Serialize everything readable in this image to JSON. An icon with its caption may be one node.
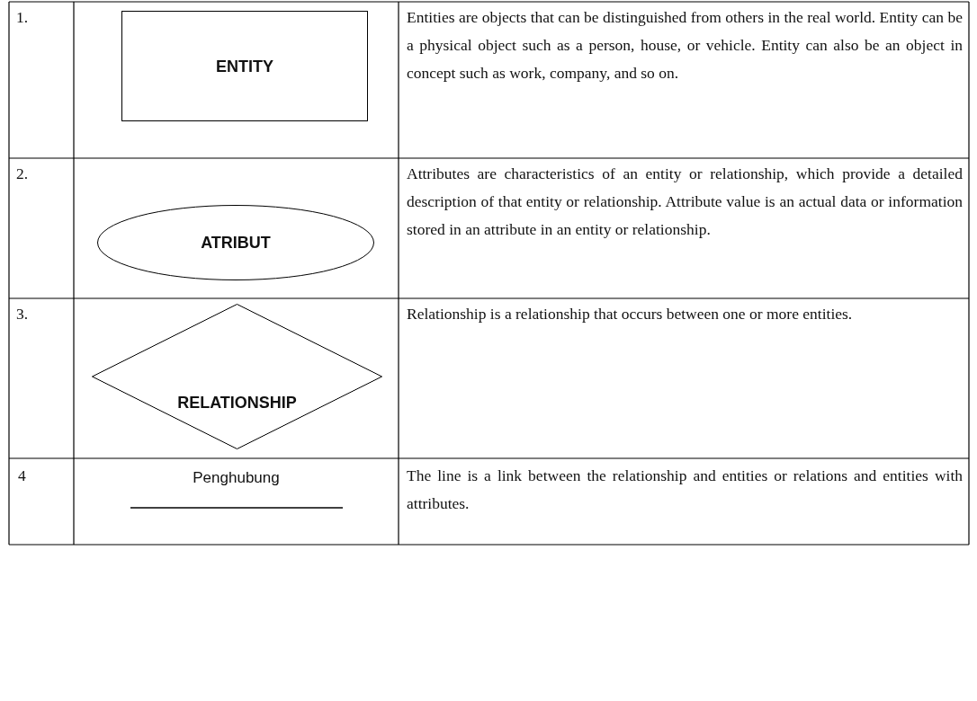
{
  "diagram": {
    "nodes": [
      {
        "text": [
          "ENTITY"
        ]
      },
      {
        "text": [
          "ATRIBUT"
        ]
      },
      {
        "text": [
          "RELATIONSHIP"
        ]
      }
    ],
    "labels": [
      "1.",
      "Entities are objects that can be distinguished from others in the real world. Entity can be a physical object such as a person, house, or vehicle. Entity can also be an object in concept such as work, company, and so on.",
      "2.",
      "Attributes are characteristics of an entity or relationship, which provide a detailed description of that entity or relationship. Attribute value is an actual data or information stored in an attribute in an entity or relationship.",
      "3.",
      "Relationship is a relationship that occurs between one or more entities.",
      "4",
      "Penghubung",
      "The line is a link between the relationship and entities or relations and entities with attributes."
    ]
  }
}
